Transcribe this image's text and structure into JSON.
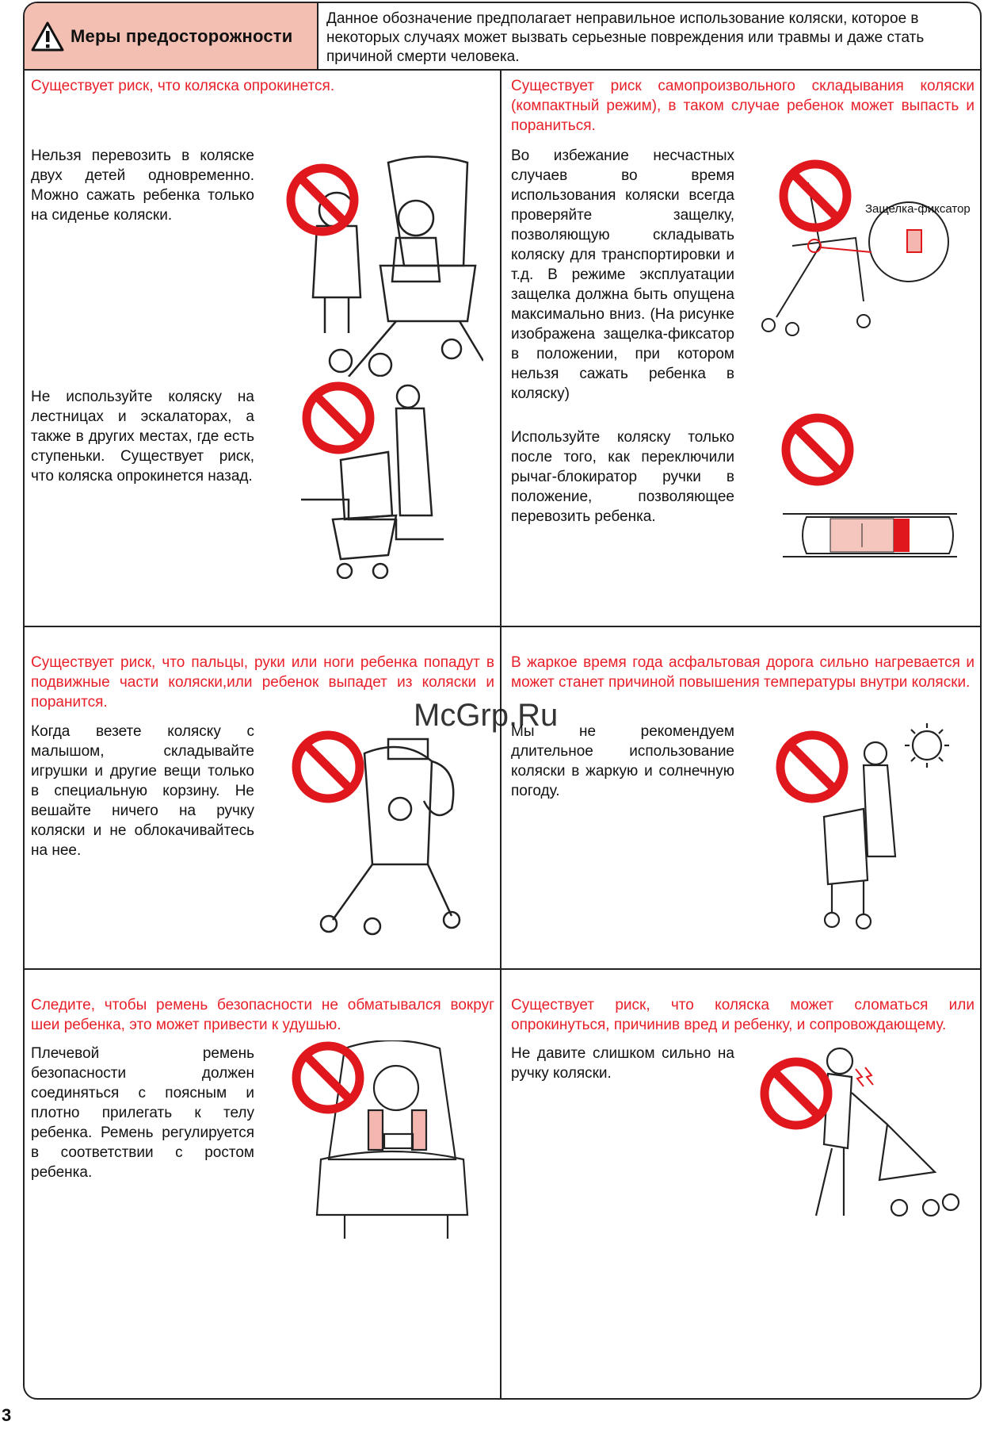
{
  "header": {
    "title": "Меры предосторожности",
    "description": "Данное обозначение предполагает неправильное использование коляски, которое в некоторых случаях может вызвать серьезные повреждения или травмы и даже стать причиной смерти человека."
  },
  "sections": {
    "s1": {
      "risk": "Существует риск, что коляска опрокинется.",
      "text1": "Нельзя перевозить в коляске двух детей одновременно. Можно сажать ребенка только на сиденье коляски.",
      "text2": "Не используйте коляску на лестницах и эскалаторах, а также в других местах, где есть ступеньки. Существует риск, что коляска опрокинется назад."
    },
    "s2": {
      "risk": "Существует риск самопроизвольного складывания коляски (компактный режим), в таком случае ребенок может выпасть и пораниться.",
      "text1": "Во избежание несчастных случаев во время использования коляски всегда проверяйте защелку, позволяющую складывать коляску для транспортировки и т.д. В режиме эксплуатации защелка должна быть опущена максимально вниз. (На рисунке изображена защелка-фиксатор в положении, при котором нельзя сажать ребенка в коляску)",
      "latch_label": "Защелка-фиксатор",
      "text2": "Используйте коляску только после того, как переключили рычаг-блокиратор ручки в положение, позволяющее перевозить ребенка."
    },
    "s3": {
      "risk": "Существует риск, что пальцы, руки или ноги ребенка попадут в подвижные части коляски,или ребенок выпадет из коляски и поранится.",
      "text1": "Когда везете коляску с малышом, складывайте игрушки и другие вещи только в специальную корзину. Не вешайте ничего на ручку коляски и не облокачивайтесь на нее."
    },
    "s4": {
      "risk": "В жаркое время года асфальтовая дорога сильно нагревается и может станет причиной повышения температуры внутри коляски.",
      "text1": "Мы не рекомендуем длительное использование коляски в жаркую и солнечную погоду."
    },
    "s5": {
      "risk": "Следите, чтобы ремень безопасности не обматывался вокруг шеи ребенка, это может привести к удушью.",
      "text1": "Плечевой ремень безопасности должен соединяться с поясным и плотно прилегать к телу ребенка. Ремень регулируется в соответствии с ростом ребенка."
    },
    "s6": {
      "risk": "Существует риск, что коляска может сломаться или опрокинуться, причинив вред и ребенку, и сопровождающему.",
      "text1": "Не давите слишком сильно на ручку коляски."
    }
  },
  "watermark": "McGrp.Ru",
  "page_number": "3",
  "colors": {
    "warning_red": "#e8202a",
    "header_bg": "#f3bfb3",
    "prohibit_red": "#e0181e"
  }
}
